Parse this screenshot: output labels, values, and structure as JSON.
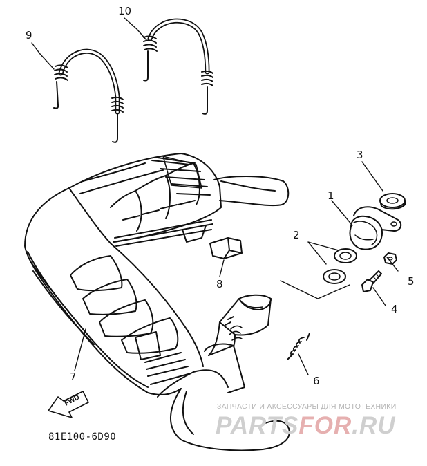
{
  "diagram": {
    "callouts": [
      {
        "id": "part-1",
        "label": "1"
      },
      {
        "id": "part-2",
        "label": "2"
      },
      {
        "id": "part-3",
        "label": "3"
      },
      {
        "id": "part-4",
        "label": "4"
      },
      {
        "id": "part-5",
        "label": "5"
      },
      {
        "id": "part-6",
        "label": "6"
      },
      {
        "id": "part-7",
        "label": "7"
      },
      {
        "id": "part-8",
        "label": "8"
      },
      {
        "id": "part-9",
        "label": "9"
      },
      {
        "id": "part-10",
        "label": "10"
      }
    ],
    "direction_arrow_label": "FWD",
    "diagram_code": "81E100-6D90"
  },
  "watermark": {
    "caption": "ЗАПЧАСТИ И АКСЕССУАРЫ ДЛЯ МОТОТЕХНИКИ",
    "logo_part1": "PARTS",
    "logo_part2": "FOR",
    "logo_part3": ".RU"
  },
  "colors": {
    "ink": "#111111",
    "watermark_gray": "#c8c8c8",
    "watermark_accent": "#e6b0b0"
  }
}
